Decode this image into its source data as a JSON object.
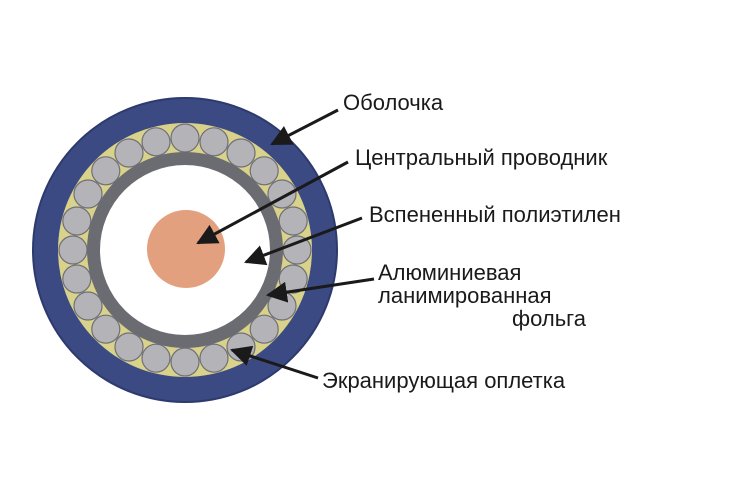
{
  "labels": {
    "jacket": "Оболочка",
    "center_conductor": "Центральный проводник",
    "foam_dielectric": "Вспененный полиэтилен",
    "foil_line1": "Алюминиевая",
    "foil_line2": "ланимированная",
    "foil_line3": "фольга",
    "braid": "Экранирующая оплетка"
  },
  "colors": {
    "jacket": "#3b4a82",
    "jacket_edge": "#2d3a6e",
    "braid_fill": "#d8d28a",
    "strand": "#b3b3b8",
    "strand_edge": "#6f6f78",
    "foil": "#6b6b72",
    "dielectric": "#ffffff",
    "conductor": "#e3a07e",
    "arrow": "#1a1a1a"
  }
}
